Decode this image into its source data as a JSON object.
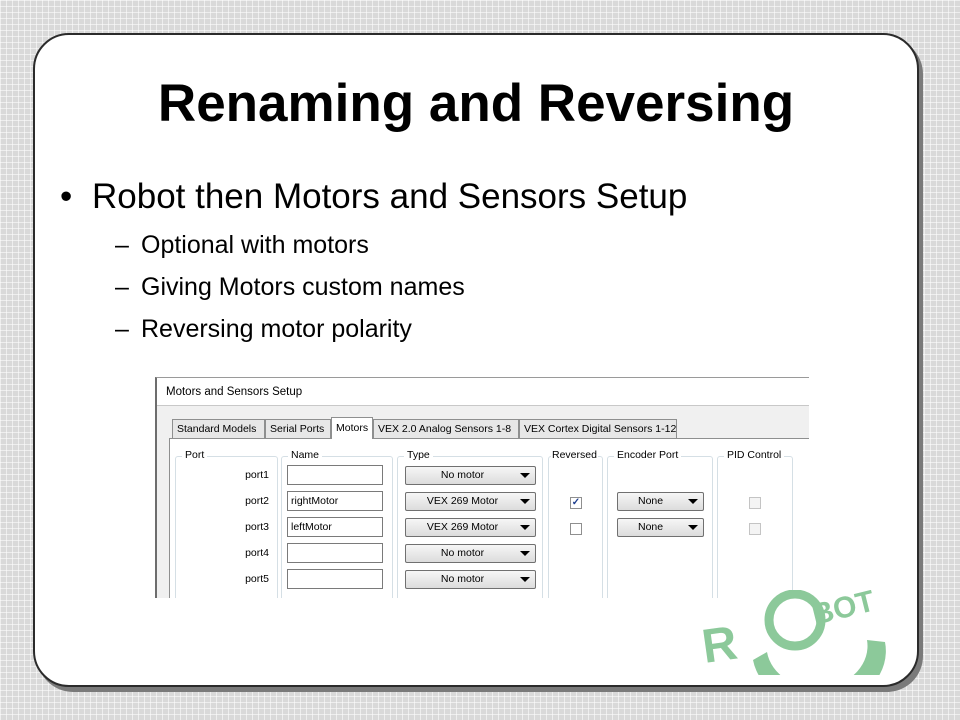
{
  "slide": {
    "title": "Renaming and Reversing",
    "bullet": "Robot then Motors and Sensors Setup",
    "bullet_symbol": "•",
    "dash_symbol": "–",
    "sub_bullets": [
      "Optional with motors",
      "Giving Motors custom names",
      "Reversing motor polarity"
    ]
  },
  "dialog": {
    "title": "Motors and Sensors Setup",
    "tabs": [
      "Standard Models",
      "Serial Ports",
      "Motors",
      "VEX 2.0 Analog Sensors 1-8",
      "VEX Cortex Digital Sensors 1-12"
    ],
    "active_tab": "Motors",
    "groups": {
      "port": "Port",
      "name": "Name",
      "type": "Type",
      "reversed": "Reversed",
      "encoder": "Encoder Port",
      "pid": "PID Control"
    },
    "rows": [
      {
        "port": "port1",
        "name": "",
        "type": "No motor",
        "reversed": null,
        "encoder": null,
        "pid": null
      },
      {
        "port": "port2",
        "name": "rightMotor",
        "type": "VEX 269 Motor",
        "reversed": true,
        "encoder": "None",
        "pid": false
      },
      {
        "port": "port3",
        "name": "leftMotor",
        "type": "VEX 269 Motor",
        "reversed": false,
        "encoder": "None",
        "pid": false
      },
      {
        "port": "port4",
        "name": "",
        "type": "No motor",
        "reversed": null,
        "encoder": null,
        "pid": null
      },
      {
        "port": "port5",
        "name": "",
        "type": "No motor",
        "reversed": null,
        "encoder": null,
        "pid": null
      }
    ],
    "check_glyph": "✓"
  },
  "logo": {
    "text": "ROBOT",
    "color": "#8cc99a"
  },
  "colors": {
    "background": "#d9d9d9",
    "card": "#ffffff",
    "card_border": "#2b2b2b"
  }
}
